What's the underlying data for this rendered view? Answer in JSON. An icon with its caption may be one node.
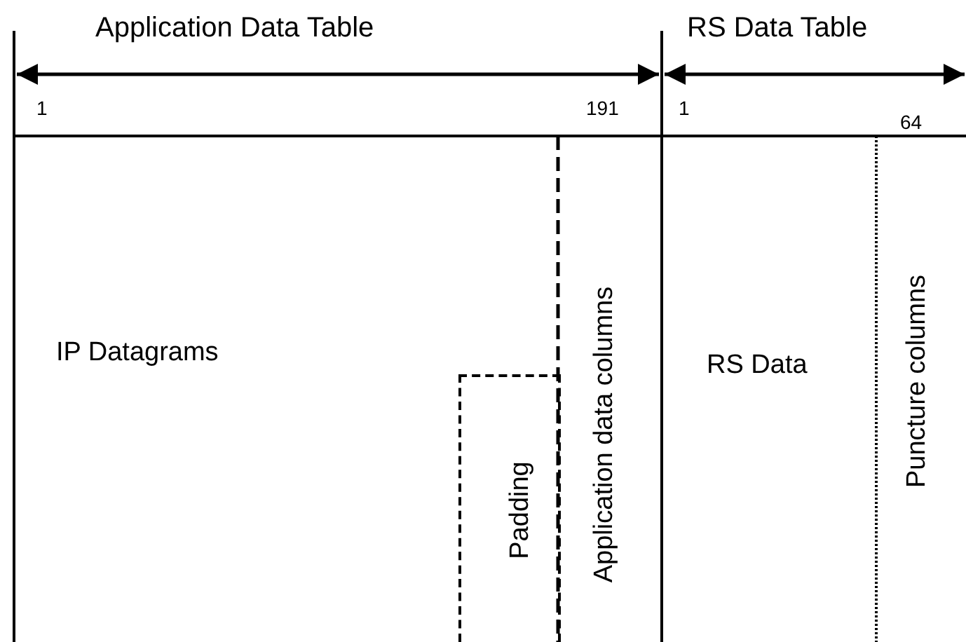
{
  "diagram": {
    "nodes": [
      {
        "text": [
          "Padding"
        ]
      }
    ],
    "labels": [
      "Application Data Table",
      "RS Data Table",
      "1",
      "191",
      "1",
      "64",
      "IP Datagrams",
      "Application data columns",
      "RS Data",
      "Puncture columns"
    ]
  }
}
